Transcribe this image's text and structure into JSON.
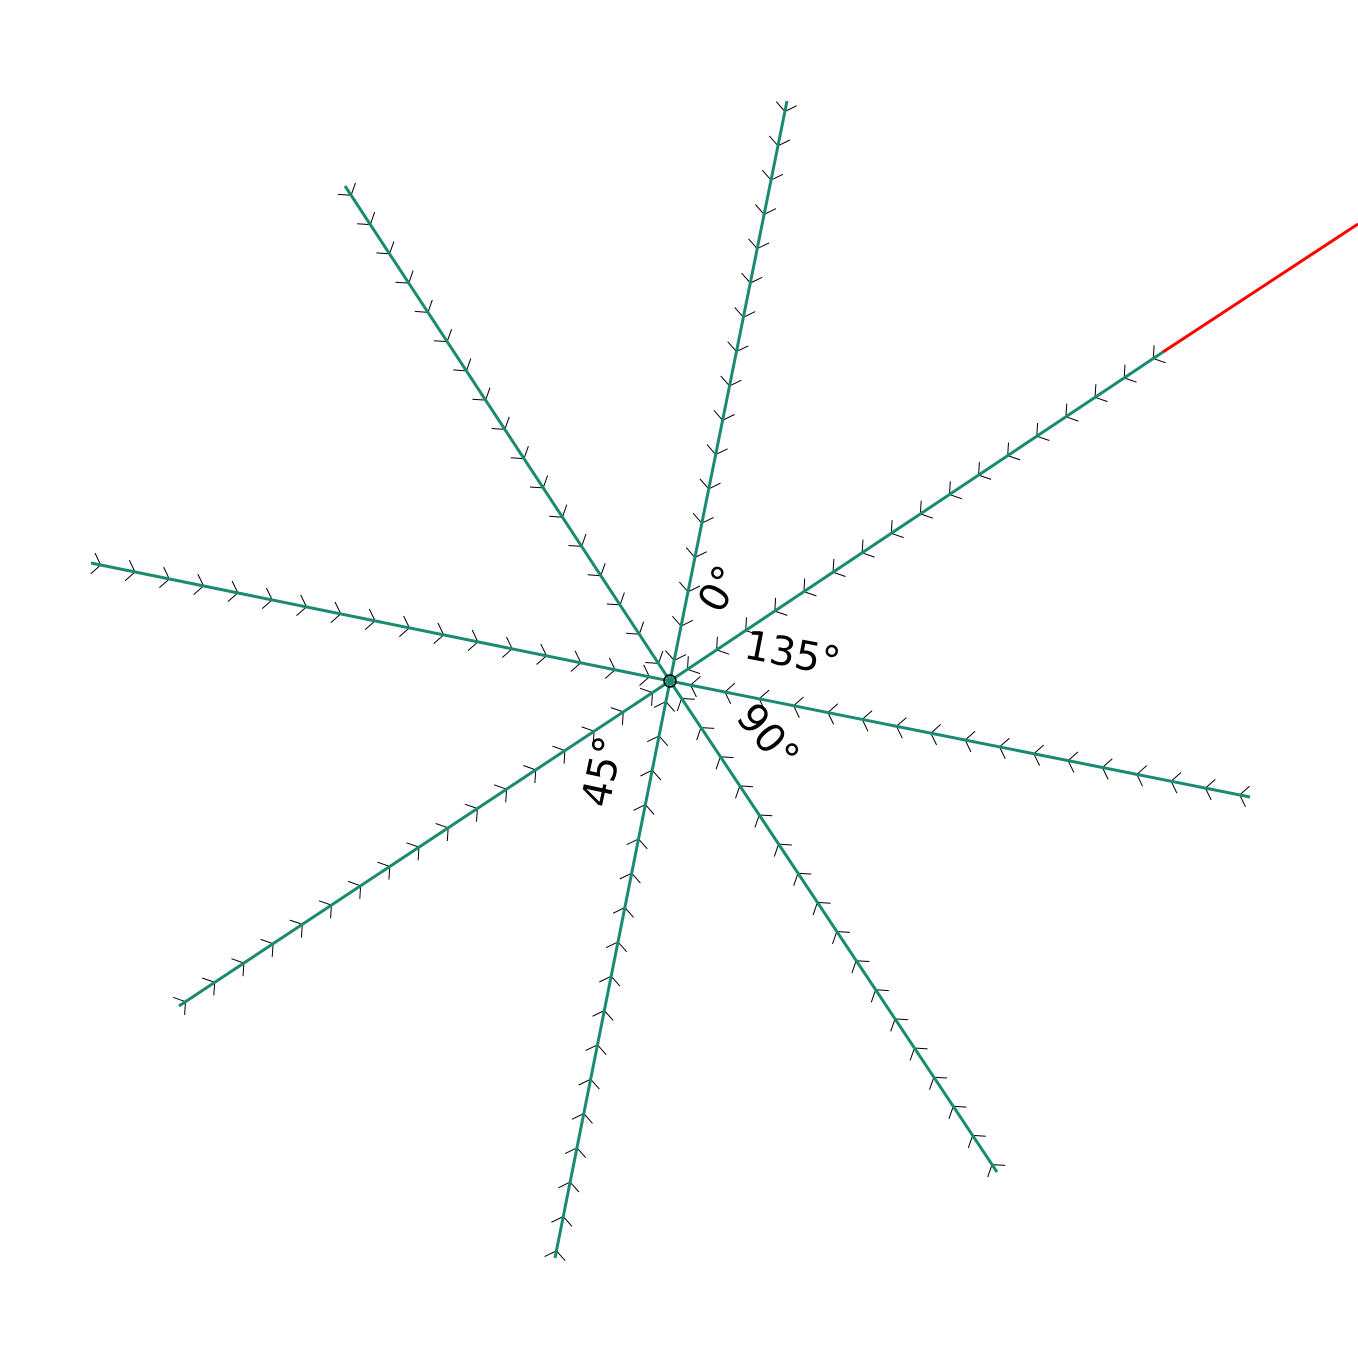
{
  "colors": {
    "ray": "#1a8a70",
    "ray_extension": "#ff0000",
    "tick": "#000000",
    "label": "#000000",
    "background": "#ffffff"
  },
  "labels": {
    "angle_0": "0°",
    "angle_45": "45°",
    "angle_90": "90°",
    "angle_135": "135°"
  }
}
